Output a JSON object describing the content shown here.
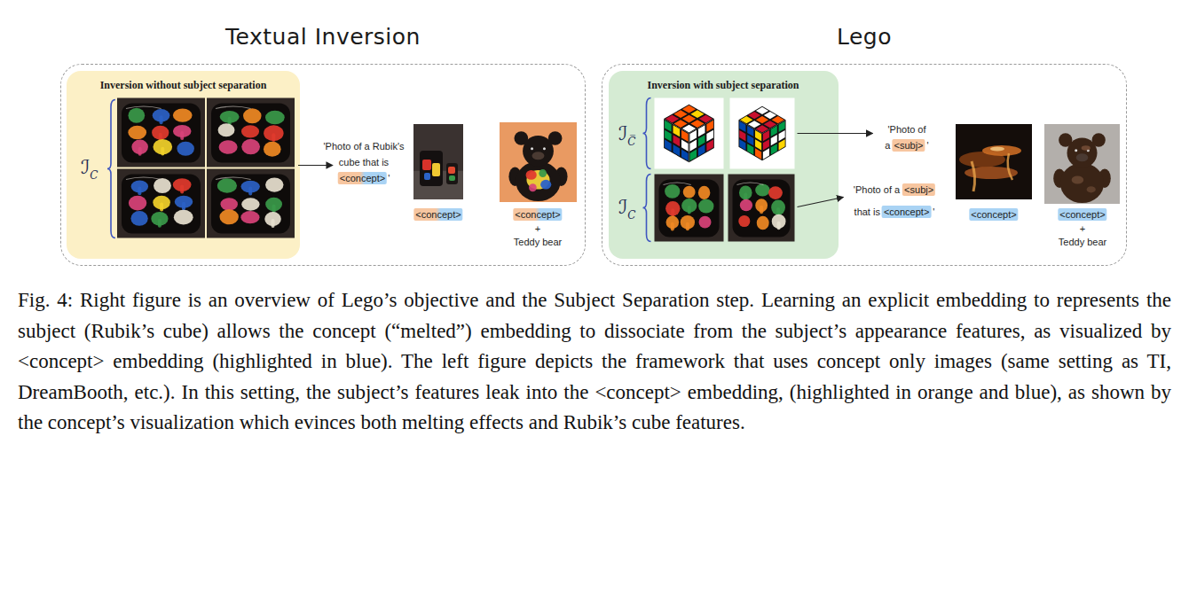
{
  "diagram": {
    "caption": "Fig. 4: Right figure is an overview of Lego’s objective and the Subject Separation step. Learning an explicit embedding to represents the subject (Rubik’s cube) allows the concept (“melted”) embedding to dissociate from the subject’s appearance features, as visualized by <concept> embedding (highlighted in blue). The left figure depicts the framework that uses concept only images (same setting as TI, DreamBooth, etc.). In this setting, the subject’s features leak into the <concept> embedding, (highlighted in orange and blue), as shown by the concept’s visualization which evinces both melting effects and Rubik’s cube features.",
    "nodes": [
      {
        "text": [
          "Textual Inversion"
        ]
      },
      {
        "text": [
          "Inversion without subject separation"
        ],
        "in": 0
      },
      {
        "text": [
          "Lego"
        ]
      },
      {
        "text": [
          "Inversion with subject separation"
        ],
        "in": 2
      }
    ],
    "labels": [
      "ℐ",
      "C",
      "'Photo of a Rubik's",
      "cube that is",
      "<concept>",
      "'",
      "<concept>",
      "<concept>",
      "+",
      "Teddy bear",
      "ℐ",
      "C̅",
      "ℐ",
      "C",
      "'Photo of",
      "a",
      "<subj>",
      "'",
      "'Photo of a",
      "<subj>",
      "that is",
      "<concept>",
      "'",
      "<concept>",
      "<concept>",
      "+",
      "Teddy bear"
    ]
  }
}
